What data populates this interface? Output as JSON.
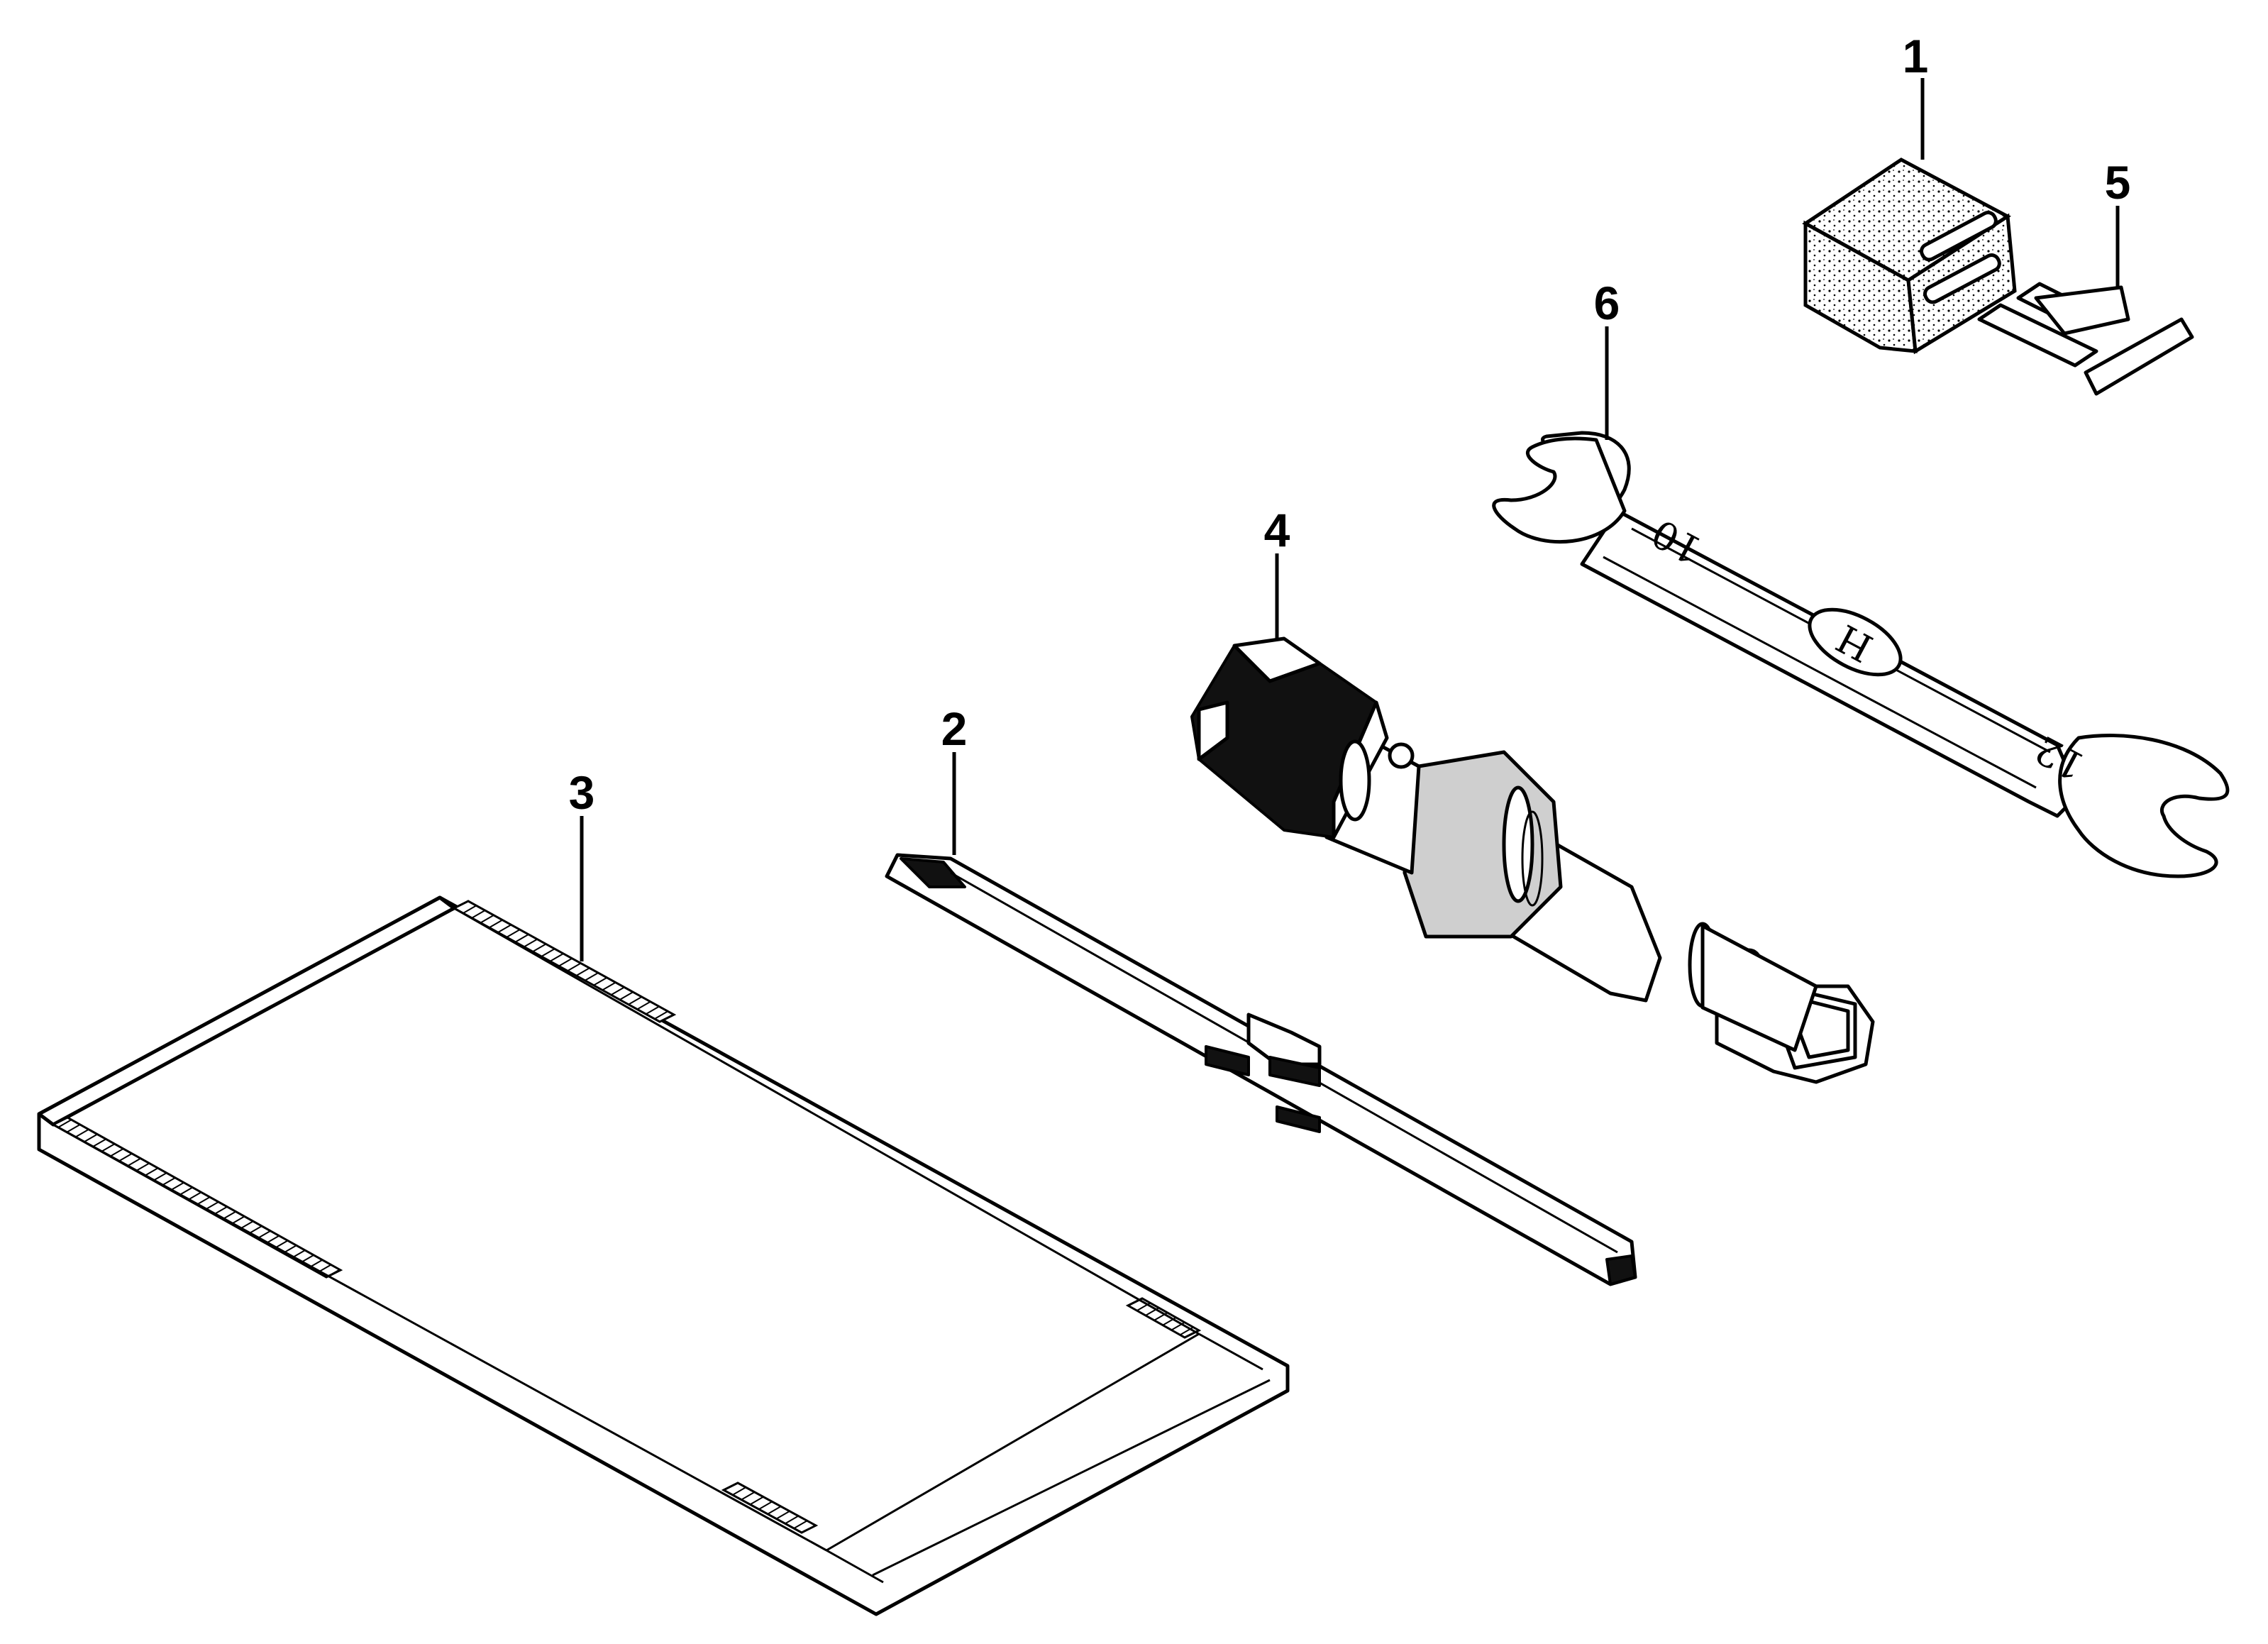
{
  "parts": [
    {
      "key": "fuse_box",
      "number": "1"
    },
    {
      "key": "screwdriver",
      "number": "2"
    },
    {
      "key": "tool_bag",
      "number": "3"
    },
    {
      "key": "socket_wrench",
      "number": "4"
    },
    {
      "key": "fuse",
      "number": "5"
    },
    {
      "key": "open_end_wrench",
      "number": "6"
    }
  ],
  "wrench_markings": {
    "small_end": "10",
    "large_end": "12",
    "logo": "H"
  },
  "colors": {
    "ink": "#000000",
    "background": "#ffffff"
  }
}
